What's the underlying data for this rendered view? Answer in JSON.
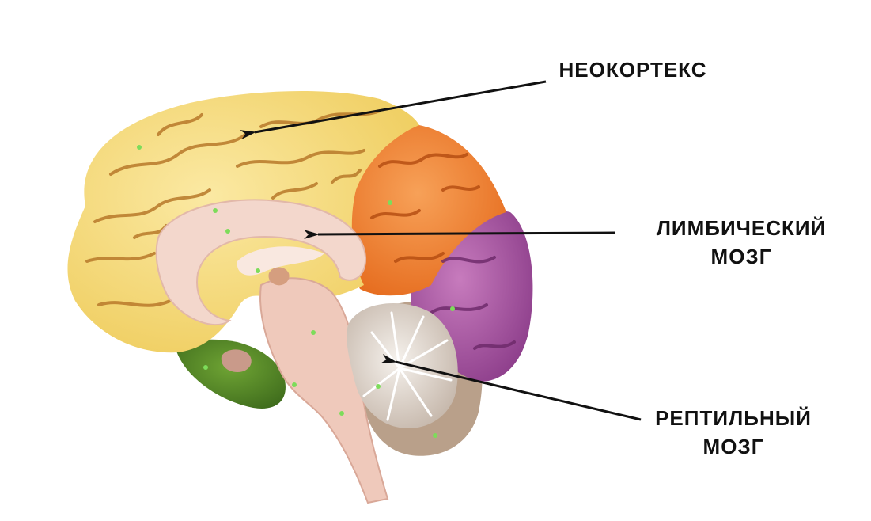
{
  "labels": {
    "neocortex": "НЕОКОРТЕКС",
    "limbic_line1": "ЛИМБИЧЕСКИЙ",
    "limbic_line2": "МОЗГ",
    "reptilian_line1": "РЕПТИЛЬНЫЙ",
    "reptilian_line2": "МОЗГ"
  },
  "colors": {
    "neocortex": "#f6dc7a",
    "neocortex_groove": "#b8792a",
    "frontal_orange": "#f08a3a",
    "occipital_purple": "#b25aa6",
    "limbic_pink": "#f3d7cc",
    "cerebellum": "#e9e2dc",
    "stem": "#efc9bb",
    "temporal_green": "#5c8f2c",
    "pointer": "#111111"
  },
  "icons": {
    "arrow": "arrow-pointer-icon"
  }
}
